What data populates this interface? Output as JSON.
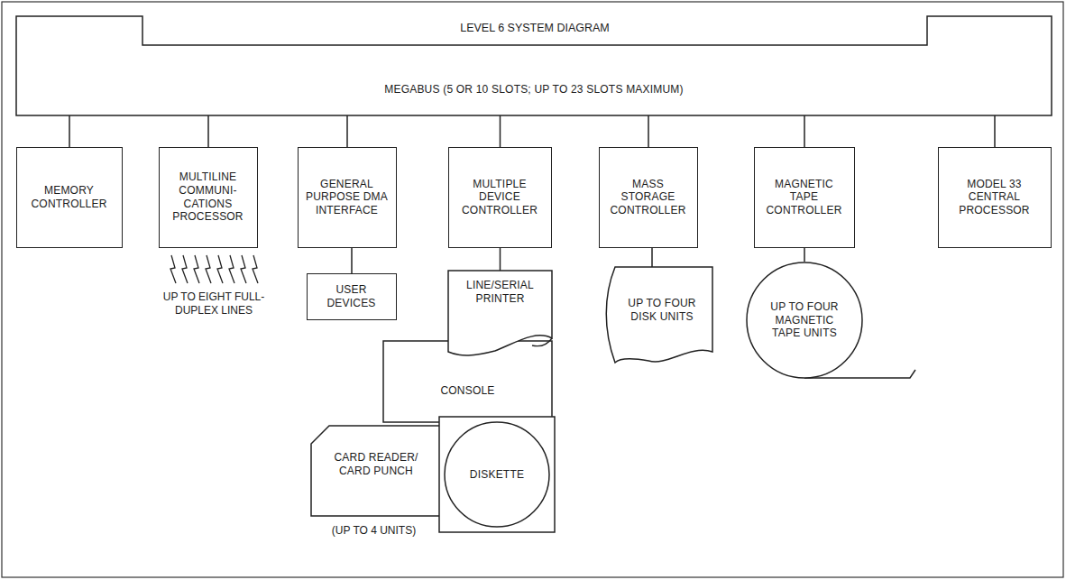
{
  "diagram": {
    "title": "LEVEL 6 SYSTEM DIAGRAM",
    "nodes": [
      {
        "text": [
          "MEGABUS (5 OR 10 SLOTS; UP TO 23 SLOTS MAXIMUM)"
        ]
      },
      {
        "text": [
          "MEMORY CONTROLLER"
        ]
      },
      {
        "text": [
          "MULTILINE COMMUNI- CATIONS PROCESSOR"
        ]
      },
      {
        "text": [
          "GENERAL PURPOSE DMA INTERFACE"
        ]
      },
      {
        "text": [
          "MULTIPLE DEVICE CONTROLLER"
        ]
      },
      {
        "text": [
          "MASS STORAGE CONTROLLER"
        ]
      },
      {
        "text": [
          "MAGNETIC TAPE CONTROLLER"
        ]
      },
      {
        "text": [
          "MODEL 33 CENTRAL PROCESSOR"
        ]
      },
      {
        "text": [
          "USER DEVICES"
        ]
      },
      {
        "text": [
          "LINE/SERIAL PRINTER"
        ]
      },
      {
        "text": [
          "UP TO FOUR DISK UNITS"
        ]
      },
      {
        "text": [
          "UP TO FOUR MAGNETIC TAPE UNITS"
        ]
      },
      {
        "text": [
          "CONSOLE"
        ]
      },
      {
        "text": [
          "CARD READER/ CARD PUNCH"
        ]
      },
      {
        "text": [
          "DISKETTE"
        ]
      }
    ],
    "edges": [
      {
        "from": 0,
        "to": 1,
        "arrow": "none"
      },
      {
        "from": 0,
        "to": 2,
        "arrow": "none"
      },
      {
        "from": 0,
        "to": 3,
        "arrow": "none"
      },
      {
        "from": 0,
        "to": 4,
        "arrow": "none"
      },
      {
        "from": 0,
        "to": 5,
        "arrow": "none"
      },
      {
        "from": 0,
        "to": 6,
        "arrow": "none"
      },
      {
        "from": 0,
        "to": 7,
        "arrow": "none"
      },
      {
        "from": 3,
        "to": 8,
        "arrow": "none"
      },
      {
        "from": 4,
        "to": 9,
        "arrow": "none"
      },
      {
        "from": 5,
        "to": 10,
        "arrow": "none"
      },
      {
        "from": 6,
        "to": 11,
        "arrow": "none"
      }
    ],
    "labels": [
      "UP TO EIGHT FULL-DUPLEX LINES",
      "(UP TO 4 UNITS)"
    ]
  }
}
